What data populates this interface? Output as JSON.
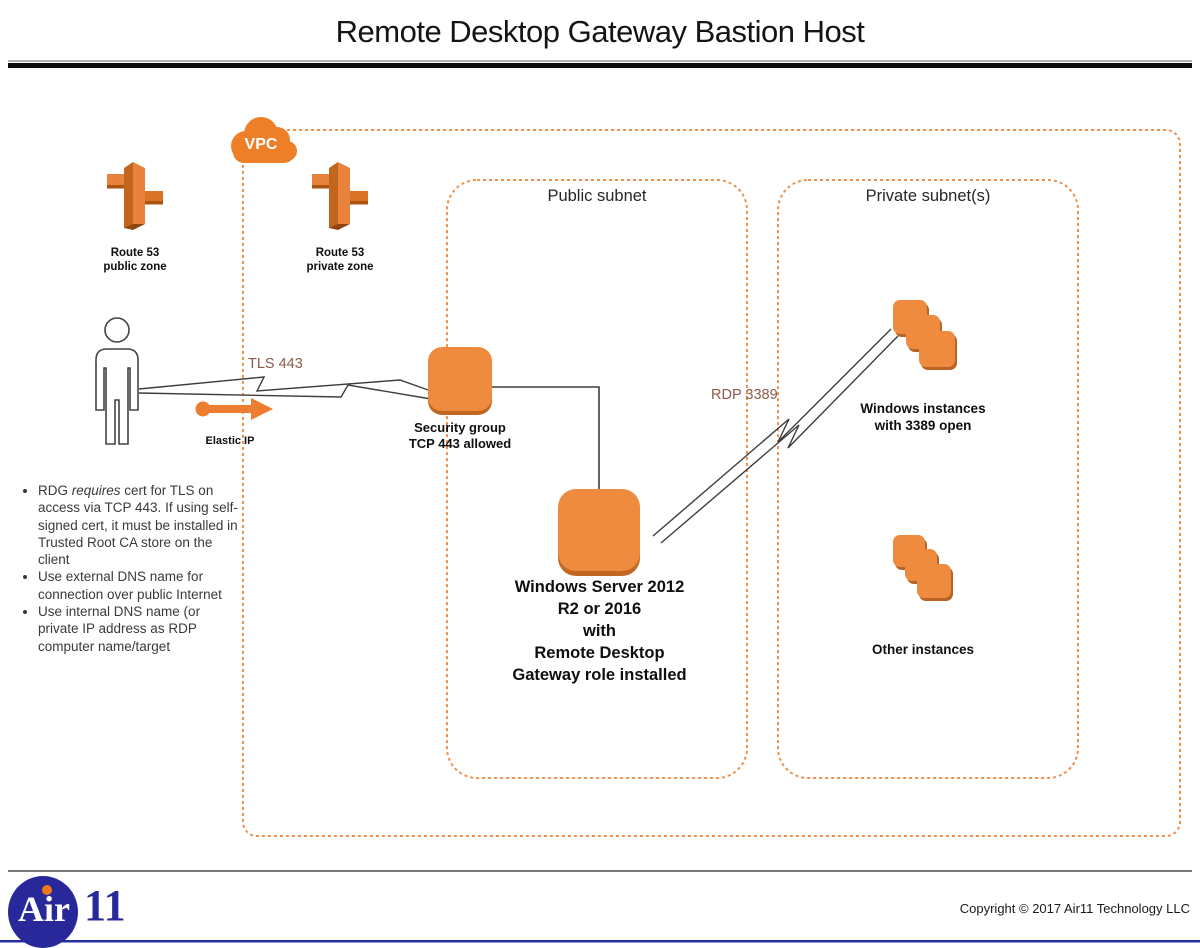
{
  "title": "Remote Desktop Gateway Bastion Host",
  "vpc": {
    "label": "VPC"
  },
  "route53_public": {
    "line1": "Route 53",
    "line2": "public zone"
  },
  "route53_private": {
    "line1": "Route 53",
    "line2": "private zone"
  },
  "connections": {
    "tls_label": "TLS 443",
    "rdp_label": "RDP 3389"
  },
  "elastic_ip": {
    "label": "Elastic IP"
  },
  "security_group": {
    "line1": "Security group",
    "line2": "TCP 443 allowed"
  },
  "server": {
    "lines": [
      "Windows Server 2012",
      "R2 or 2016",
      "with",
      "Remote Desktop",
      "Gateway role installed"
    ]
  },
  "subnets": {
    "public_label": "Public subnet",
    "private_label": "Private subnet(s)"
  },
  "windows_instances": {
    "line1": "Windows instances",
    "line2": "with 3389 open"
  },
  "other_instances": {
    "label": "Other instances"
  },
  "notes": [
    {
      "segments": [
        {
          "text": "RDG "
        },
        {
          "text": "requires",
          "italic": true
        },
        {
          "text": " cert for TLS on access via TCP 443. If using self-signed cert, it must be installed in Trusted Root CA store on the client"
        }
      ]
    },
    {
      "segments": [
        {
          "text": "Use external DNS name for connection over public Internet"
        }
      ]
    },
    {
      "segments": [
        {
          "text": "Use internal DNS name (or private IP address as RDP computer name/target"
        }
      ]
    }
  ],
  "footer": {
    "logo_text": "Air",
    "logo_number": "11",
    "copyright": "Copyright © 2017 Air11 Technology LLC"
  },
  "colors": {
    "aws_orange": "#EE8B3E",
    "orange_shadow": "#C06722",
    "dashed_border_orange": "#F0914D",
    "cloud_orange": "#ED7F28",
    "arrow_orange": "#ED7D31",
    "port_label_brown": "#8C5C4B",
    "logo_blue": "#28289B",
    "footer_line_blue": "#2A2AA3"
  },
  "icons": [
    "vpc-cloud-icon",
    "route53-icon",
    "user-icon",
    "security-group-icon",
    "server-instance-icon",
    "instance-stack-icon",
    "elastic-ip-arrow-icon",
    "lightning-connector-icon"
  ]
}
